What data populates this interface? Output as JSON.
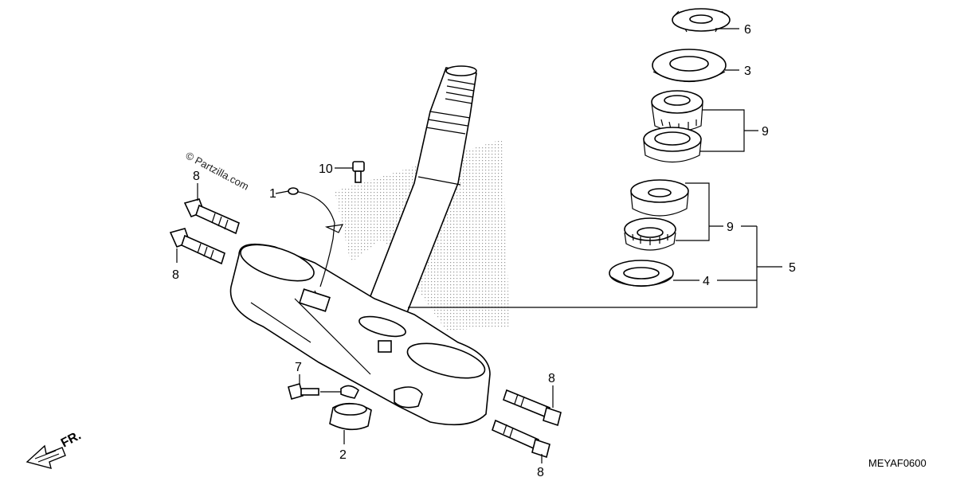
{
  "watermark": "© Partzilla.com",
  "diagram_code": "MEYAF0600",
  "direction_label": "FR.",
  "callouts": [
    {
      "id": "c1",
      "text": "1"
    },
    {
      "id": "c2",
      "text": "2"
    },
    {
      "id": "c3",
      "text": "3"
    },
    {
      "id": "c4",
      "text": "4"
    },
    {
      "id": "c5",
      "text": "5"
    },
    {
      "id": "c6",
      "text": "6"
    },
    {
      "id": "c7",
      "text": "7"
    },
    {
      "id": "c8a",
      "text": "8"
    },
    {
      "id": "c8b",
      "text": "8"
    },
    {
      "id": "c8c",
      "text": "8"
    },
    {
      "id": "c8d",
      "text": "8"
    },
    {
      "id": "c9a",
      "text": "9"
    },
    {
      "id": "c9b",
      "text": "9"
    },
    {
      "id": "c10",
      "text": "10"
    }
  ],
  "colors": {
    "line": "#000000",
    "background": "#ffffff",
    "shading": "#9a9a9a"
  }
}
